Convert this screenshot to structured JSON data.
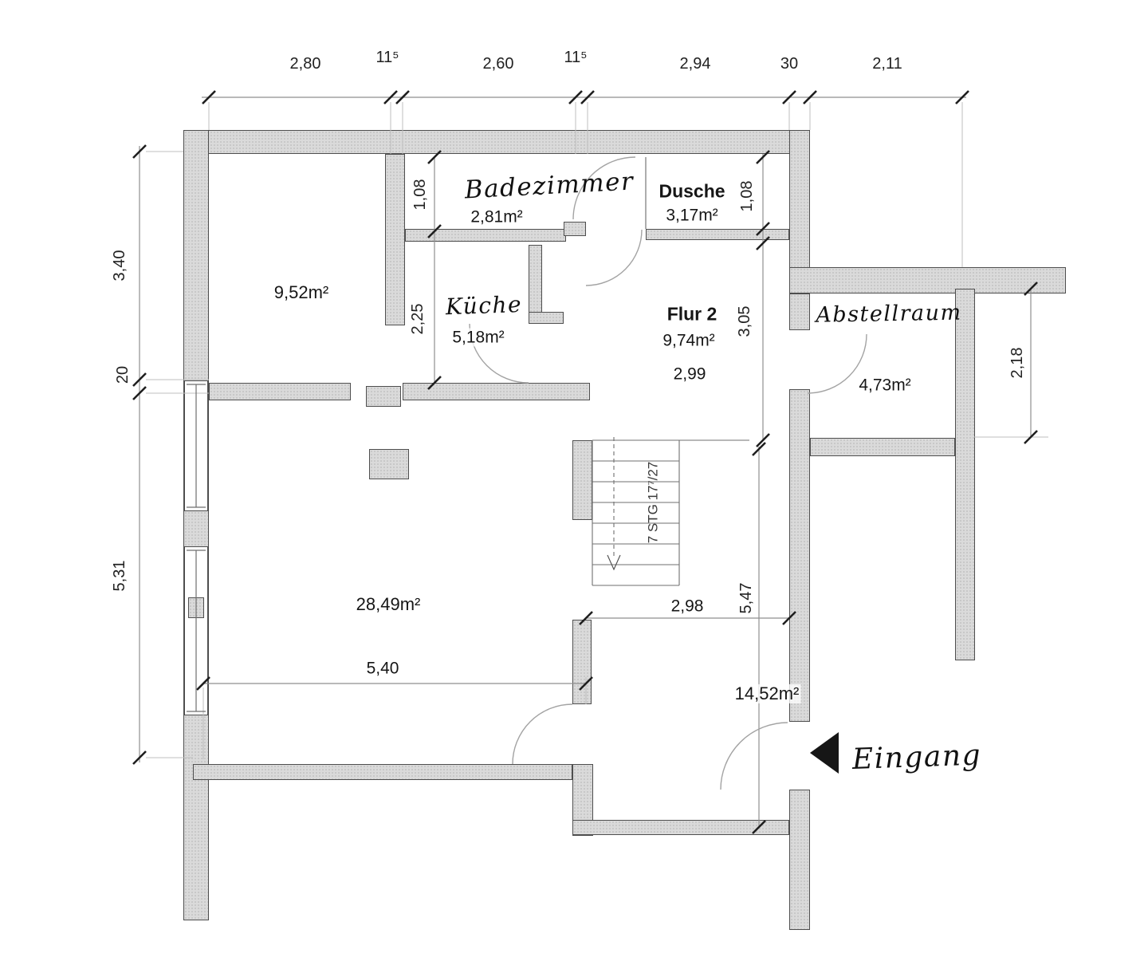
{
  "rooms": [
    {
      "name": "Badezimmer",
      "area": "2,81m²"
    },
    {
      "name": "Dusche",
      "area": "3,17m²"
    },
    {
      "name": "",
      "area": "9,52m²"
    },
    {
      "name": "Küche",
      "area": "5,18m²"
    },
    {
      "name": "Flur 2",
      "area": "9,74m²",
      "inner_width": "2,99"
    },
    {
      "name": "Abstellraum",
      "area": "4,73m²"
    },
    {
      "name": "",
      "area": "28,49m²",
      "inner_width": "5,40"
    },
    {
      "name": "",
      "area": "14,52m²",
      "inner_width": "2,98"
    }
  ],
  "dim_top": [
    "2,80",
    "11⁵",
    "2,60",
    "11⁵",
    "2,94",
    "30",
    "2,11"
  ],
  "dim_left": [
    "3,40",
    "20",
    "5,31"
  ],
  "dim_inner": {
    "bad_depth": "1,08",
    "dusche_depth": "1,08",
    "kueche_depth": "2,25",
    "flur_depth": "3,05",
    "niche_depth": "2,18",
    "hall_depth": "5,47"
  },
  "stairs_label": "7 STG 17⁷/27",
  "entrance_label": "Eingang",
  "colors": {
    "wall_fill": "#dadada",
    "wall_edge": "#4e4e4e",
    "dim_line": "#8f8f8f",
    "tick": "#1f1f1f",
    "ink": "#161616"
  }
}
